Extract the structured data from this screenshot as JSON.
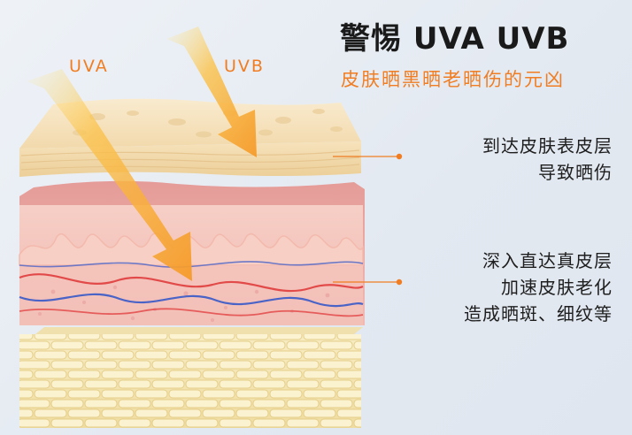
{
  "title": "警惕 UVA UVB",
  "subtitle": "皮肤晒黑晒老晒伤的元凶",
  "labels": {
    "uva": "UVA",
    "uvb": "UVB"
  },
  "annotations": {
    "epidermis": [
      "到达皮肤表皮层",
      "导致晒伤"
    ],
    "dermis": [
      "深入直达真皮层",
      "加速皮肤老化",
      "造成晒斑、细纹等"
    ]
  },
  "colors": {
    "accent": "#f07d22",
    "epidermis": "#f6e4c3",
    "dermis": "#f0b5ae",
    "fat": "#f5e8b8"
  }
}
